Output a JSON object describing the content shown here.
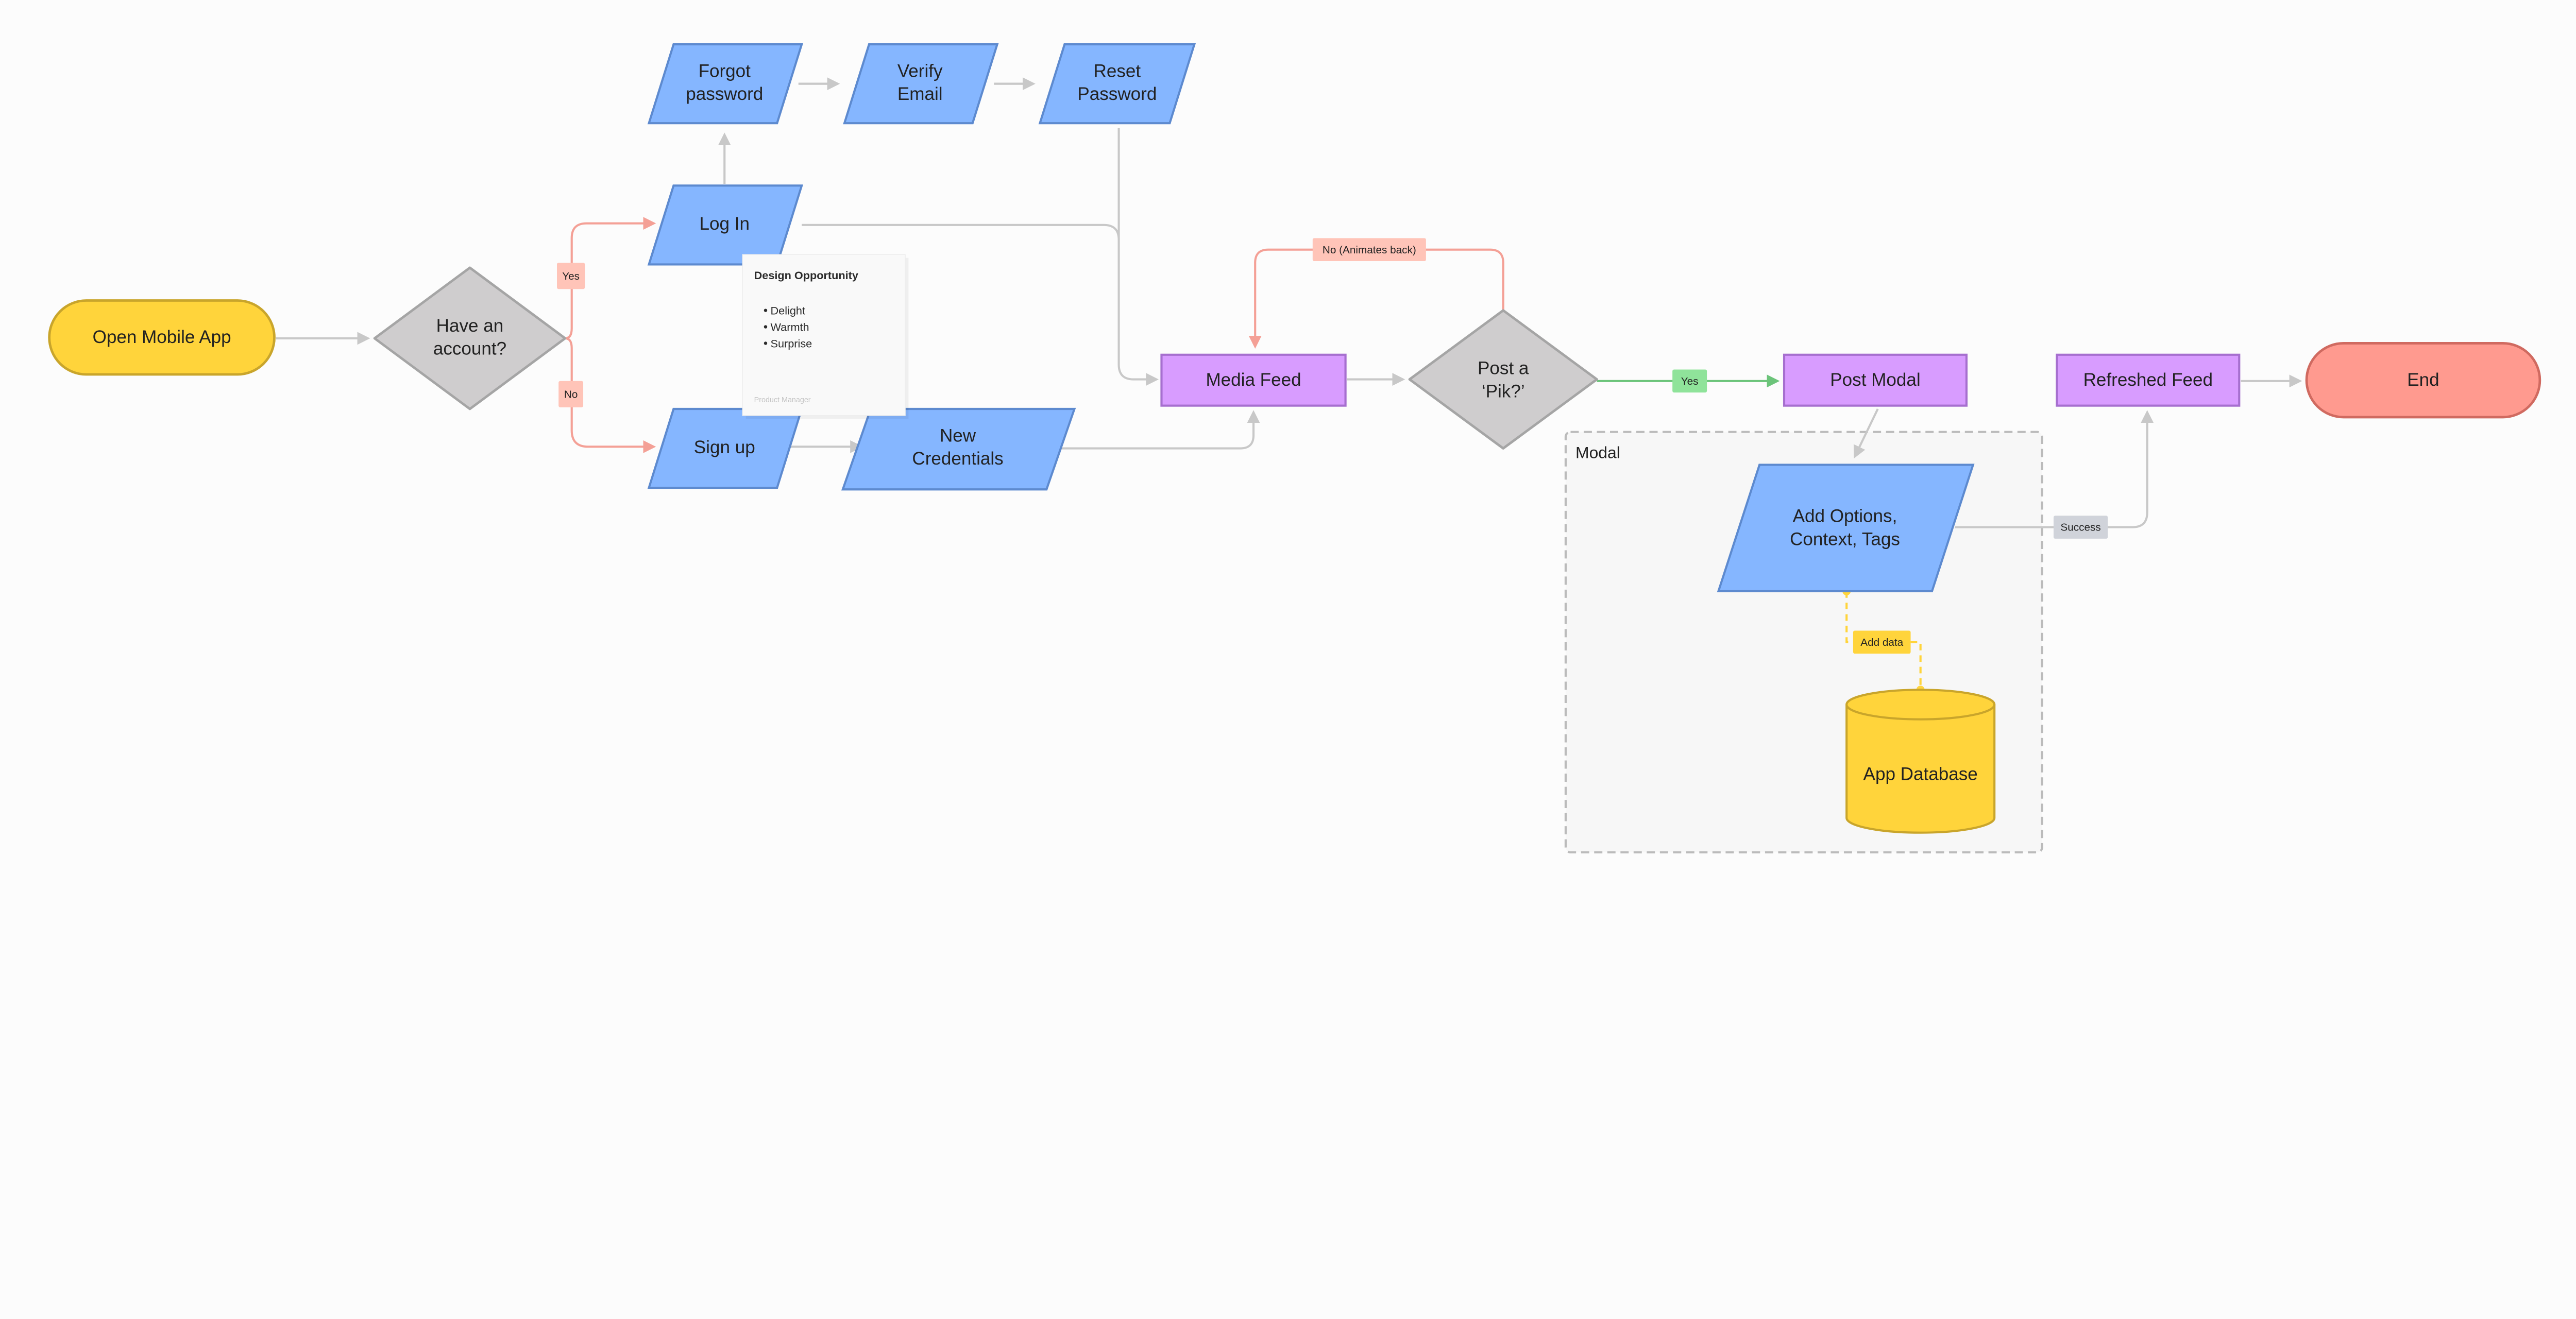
{
  "nodes": {
    "open_app": "Open Mobile App",
    "have_account": [
      "Have an",
      "account?"
    ],
    "log_in": "Log In",
    "sign_up": "Sign up",
    "forgot_password": [
      "Forgot",
      "password"
    ],
    "verify_email": [
      "Verify",
      "Email"
    ],
    "reset_password": [
      "Reset",
      "Password"
    ],
    "new_credentials": [
      "New",
      "Credentials"
    ],
    "media_feed": "Media Feed",
    "post_pik": [
      "Post a",
      "‘Pik?’"
    ],
    "post_modal": "Post Modal",
    "add_options": [
      "Add Options,",
      "Context, Tags"
    ],
    "app_database": "App Database",
    "refreshed_feed": "Refreshed Feed",
    "end": "End"
  },
  "edge_labels": {
    "yes_account": "Yes",
    "no_account": "No",
    "no_animates": "No (Animates back)",
    "yes_post": "Yes",
    "success": "Success",
    "add_data": "Add data"
  },
  "group": {
    "modal_label": "Modal"
  },
  "sticky_note": {
    "title": "Design Opportunity",
    "items": [
      "Delight",
      "Warmth",
      "Surprise"
    ],
    "author": "Product Manager"
  },
  "colors": {
    "terminal_start": "#FFD43B",
    "decision": "#CFCDCE",
    "process": "#85B6FF",
    "screen": "#D89CFF",
    "terminal_end": "#FF9A8F",
    "branch_line": "#F4A096",
    "yes_green": "#8FE39A",
    "connector": "#C8C8C8"
  }
}
